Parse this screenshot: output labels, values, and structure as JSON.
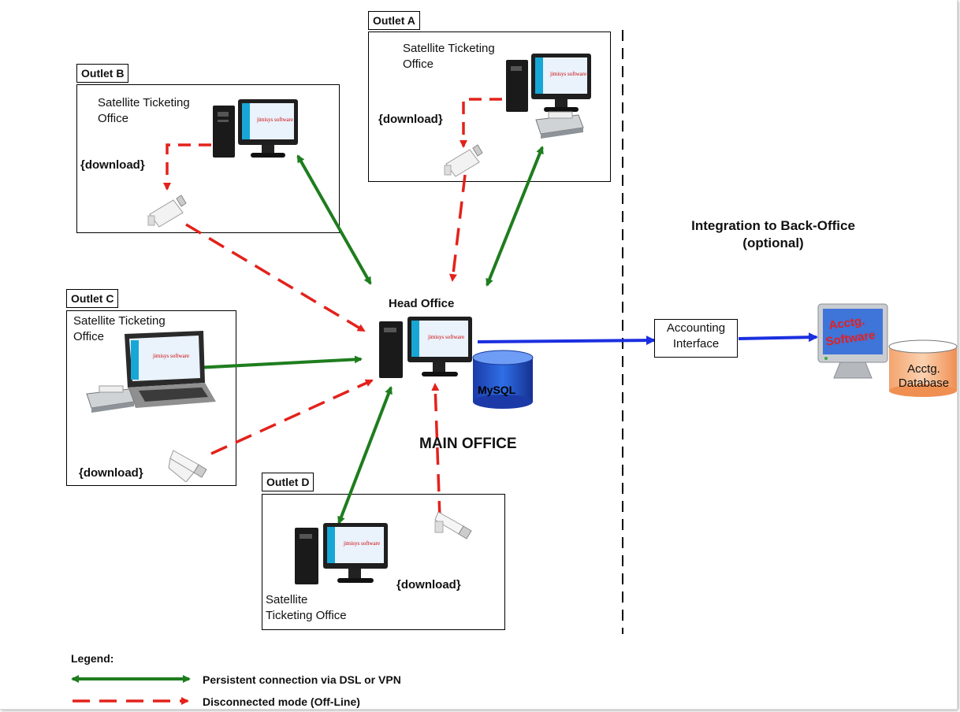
{
  "outlets": {
    "a": {
      "tab": "Outlet A",
      "office": "Satellite Ticketing\nOffice",
      "download": "{download}"
    },
    "b": {
      "tab": "Outlet B",
      "office": "Satellite Ticketing\nOffice",
      "download": "{download}"
    },
    "c": {
      "tab": "Outlet C",
      "office": "Satellite Ticketing\nOffice",
      "download": "{download}"
    },
    "d": {
      "tab": "Outlet D",
      "office": "Satellite\nTicketing Office",
      "download": "{download}"
    }
  },
  "head_office": {
    "label": "Head Office",
    "main_office": "MAIN OFFICE",
    "db_logo": "MySQL"
  },
  "screen_logo": "jimisys software",
  "back_office": {
    "title": "Integration to Back-Office\n(optional)",
    "interface": "Accounting\nInterface",
    "software": "Acctg.\nSoftware",
    "database": "Acctg.\nDatabase"
  },
  "legend": {
    "title": "Legend:",
    "persistent": "Persistent connection via DSL or VPN",
    "disconnected": "Disconnected mode (Off-Line)"
  },
  "colors": {
    "persistent": "#1e7d1e",
    "offline": "#e3221b",
    "integration": "#1b2fe0"
  }
}
